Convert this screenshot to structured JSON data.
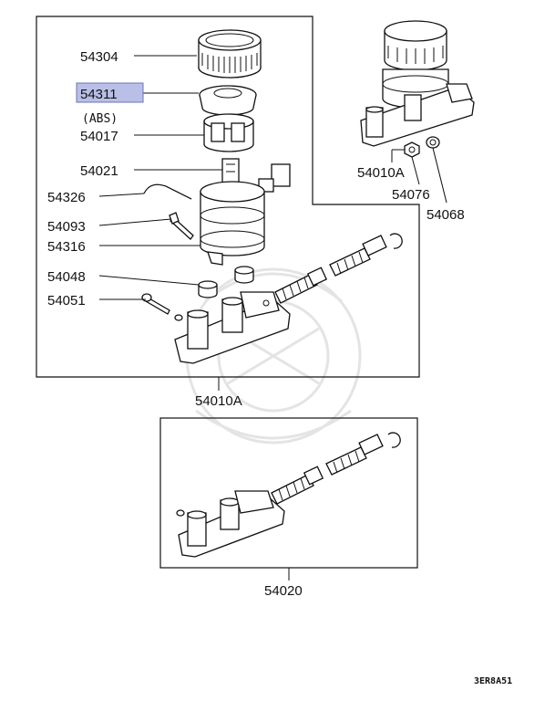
{
  "parts": {
    "p54304": "54304",
    "p54311": "54311",
    "abs_note": "(ABS)",
    "p54017": "54017",
    "p54021": "54021",
    "p54326": "54326",
    "p54093": "54093",
    "p54316": "54316",
    "p54048": "54048",
    "p54051": "54051",
    "p54010a_top": "54010A",
    "p54076": "54076",
    "p54068": "54068",
    "p54010a_main": "54010A",
    "p54020": "54020"
  },
  "highlight_color": "#b9bfe6",
  "diagram_code": "3ER8A51"
}
